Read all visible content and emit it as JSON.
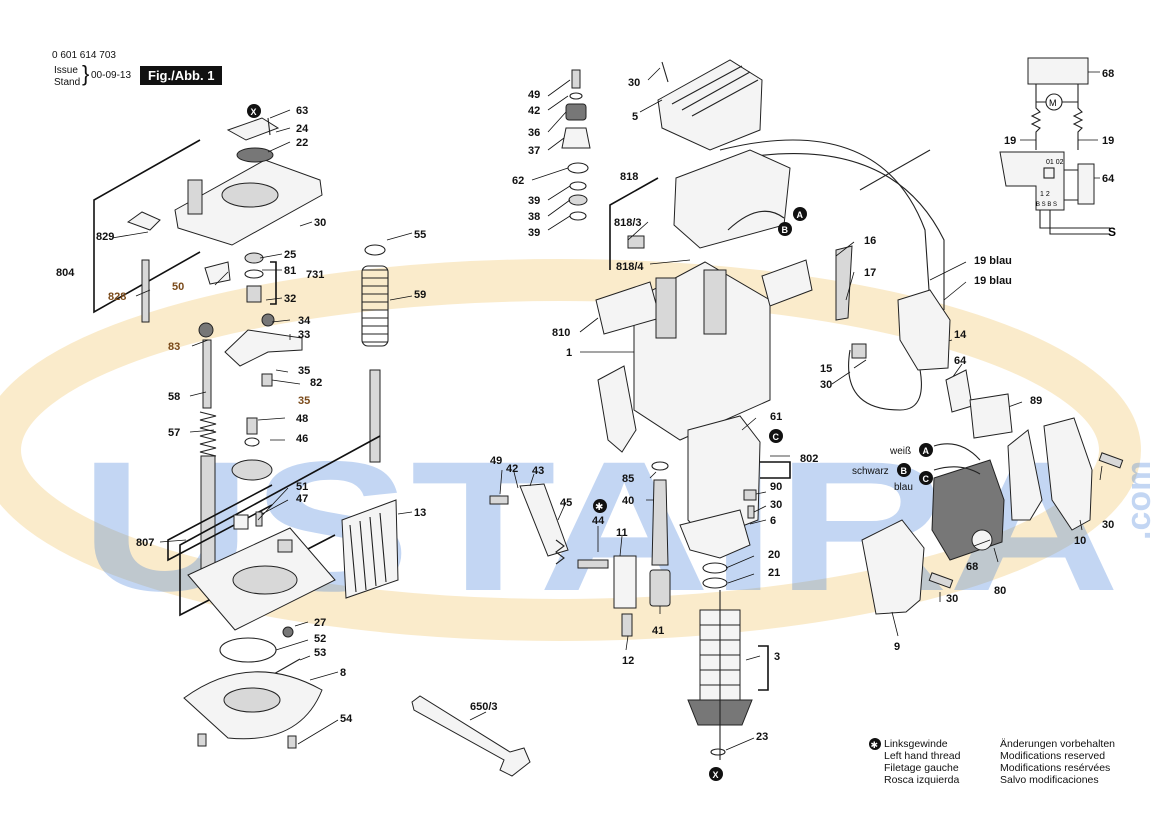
{
  "header": {
    "part_number": "0 601 614 703",
    "issue_label_1": "Issue",
    "issue_label_2": "Stand",
    "issue_date": "00-09-13",
    "figure_label": "Fig./Abb. 1"
  },
  "watermark": {
    "text": "USTAIRA",
    "suffix": ".com",
    "color": "#2a6fd6",
    "ring_color": "#f2c66b"
  },
  "callouts": {
    "c63": "63",
    "c24": "24",
    "c22": "22",
    "c30a": "30",
    "c829": "829",
    "c804": "804",
    "c25": "25",
    "c81": "81",
    "c731": "731",
    "c50": "50",
    "c828": "828",
    "c32": "32",
    "c34": "34",
    "c33": "33",
    "c83": "83",
    "c35a": "35",
    "c35b": "35",
    "c82": "82",
    "c58": "58",
    "c57": "57",
    "c48": "48",
    "c46": "46",
    "c55": "55",
    "c59": "59",
    "c51": "51",
    "c47": "47",
    "c807": "807",
    "c13": "13",
    "c27": "27",
    "c52": "52",
    "c53": "53",
    "c8": "8",
    "c54": "54",
    "c49a": "49",
    "c42a": "42",
    "c36": "36",
    "c37": "37",
    "c62": "62",
    "c39a": "39",
    "c38": "38",
    "c39b": "39",
    "c30b": "30",
    "c5": "5",
    "c818": "818",
    "c818_3": "818/3",
    "c818_4": "818/4",
    "c810": "810",
    "c1": "1",
    "c16": "16",
    "c17": "17",
    "c19blau_a": "19 blau",
    "c19blau_b": "19 blau",
    "c14": "14",
    "c15": "15",
    "c30c": "30",
    "c64a": "64",
    "c89": "89",
    "c61": "61",
    "c802": "802",
    "c85": "85",
    "c40": "40",
    "c90": "90",
    "c30d": "30",
    "c6": "6",
    "c49b": "49",
    "c42b": "42",
    "c43": "43",
    "c45": "45",
    "c44": "44",
    "c11": "11",
    "c20": "20",
    "c21": "21",
    "c41": "41",
    "c12": "12",
    "c3": "3",
    "c23": "23",
    "c650_3": "650/3",
    "weiss": "weiß",
    "schwarz": "schwarz",
    "blau": "blau",
    "c30e": "30",
    "c10": "10",
    "c68a": "68",
    "c80": "80",
    "c30f": "30",
    "c9": "9",
    "c68b": "68",
    "c19a": "19",
    "c19b": "19",
    "c64b": "64",
    "markA": "A",
    "markB": "B",
    "markC": "C",
    "markX": "X"
  },
  "legend_left": {
    "line1": "Linksgewinde",
    "line2": "Left hand thread",
    "line3": "Filetage gauche",
    "line4": "Rosca izquierda"
  },
  "legend_right": {
    "line1": "Änderungen vorbehalten",
    "line2": "Modifications reserved",
    "line3": "Modifications resérvées",
    "line4": "Salvo modificaciones"
  }
}
